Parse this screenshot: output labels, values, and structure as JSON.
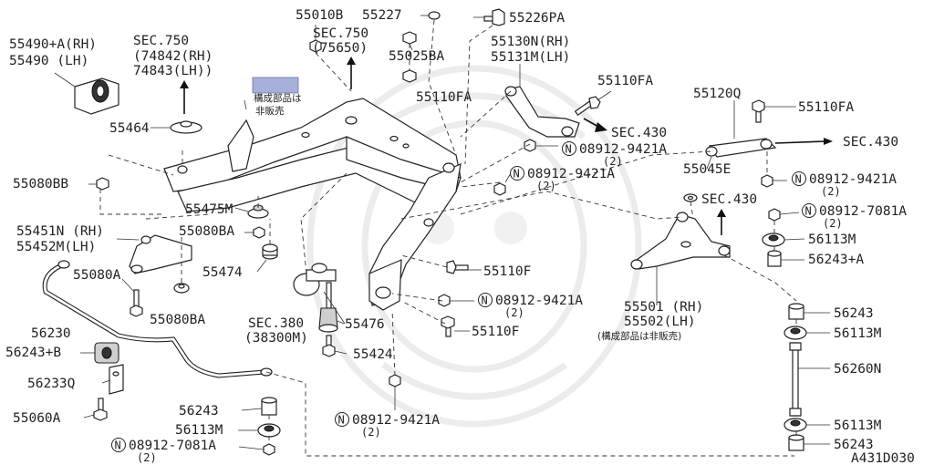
{
  "diagram_id": "A431D030",
  "not_sold_note": "構成部品は非販売",
  "sec_refs": {
    "sec750_left": "SEC.750",
    "sec750_left_rh": "(74842(RH)",
    "sec750_left_lh": " 74843(LH))",
    "sec750_top": "SEC.750",
    "sec750_top_num": "(75650)",
    "sec380": "SEC.380",
    "sec380_num": "(38300M)",
    "sec430_upper": "SEC.430",
    "sec430_right": "SEC.430",
    "sec430_mid": "SEC.430"
  },
  "parts": {
    "p55490a": "55490+A(RH)",
    "p55490": "55490   (LH)",
    "p55464": "55464",
    "p55080bb": "55080BB",
    "p55475m": "55475M",
    "p55451n": "55451N (RH)",
    "p55452m": "55452M(LH)",
    "p55080ba_a": "55080BA",
    "p55474": "55474",
    "p55080a": "55080A",
    "p55080ba_b": "55080BA",
    "p56230": "56230",
    "p56243b": "56243+B",
    "p56233q": "56233Q",
    "p55060a": "55060A",
    "p56243_bl": "56243",
    "p56113m_bl": "56113M",
    "p08912_7081a_bl": "08912-7081A",
    "p08912_7081a_bl_q": "(2)",
    "p55010b": "55010B",
    "p55227": "55227",
    "p55025ba": "55025BA",
    "p55110fa_c": "55110FA",
    "p55226pa": "55226PA",
    "p55130n": "55130N(RH)",
    "p55131m": "55131M(LH)",
    "p55110fa_u": "55110FA",
    "p08912_9421a_1": "08912-9421A",
    "p08912_9421a_1_q": "(2)",
    "p08912_9421a_2": "08912-9421A",
    "p08912_9421a_2_q": "(2)",
    "p55110f_a": "55110F",
    "p08912_9421a_3": "08912-9421A",
    "p08912_9421a_3_q": "(2)",
    "p55110f_b": "55110F",
    "p55476": "55476",
    "p55424": "55424",
    "p08912_9421a_4": "08912-9421A",
    "p08912_9421a_4_q": "(2)",
    "p55120q": "55120Q",
    "p55110fa_r": "55110FA",
    "p55045e": "55045E",
    "p08912_9421a_5": "08912-9421A",
    "p08912_9421a_5_q": "(2)",
    "p08912_7081a_r": "08912-7081A",
    "p08912_7081a_r_q": "(2)",
    "p56113m_r1": "56113M",
    "p56243a": "56243+A",
    "p55501": "55501 (RH)",
    "p55502": "55502(LH)",
    "p56243_r1": "56243",
    "p56113m_r2": "56113M",
    "p56260n": "56260N",
    "p56113m_r3": "56113M",
    "p56243_r2": "56243"
  },
  "nut_symbol": "N"
}
